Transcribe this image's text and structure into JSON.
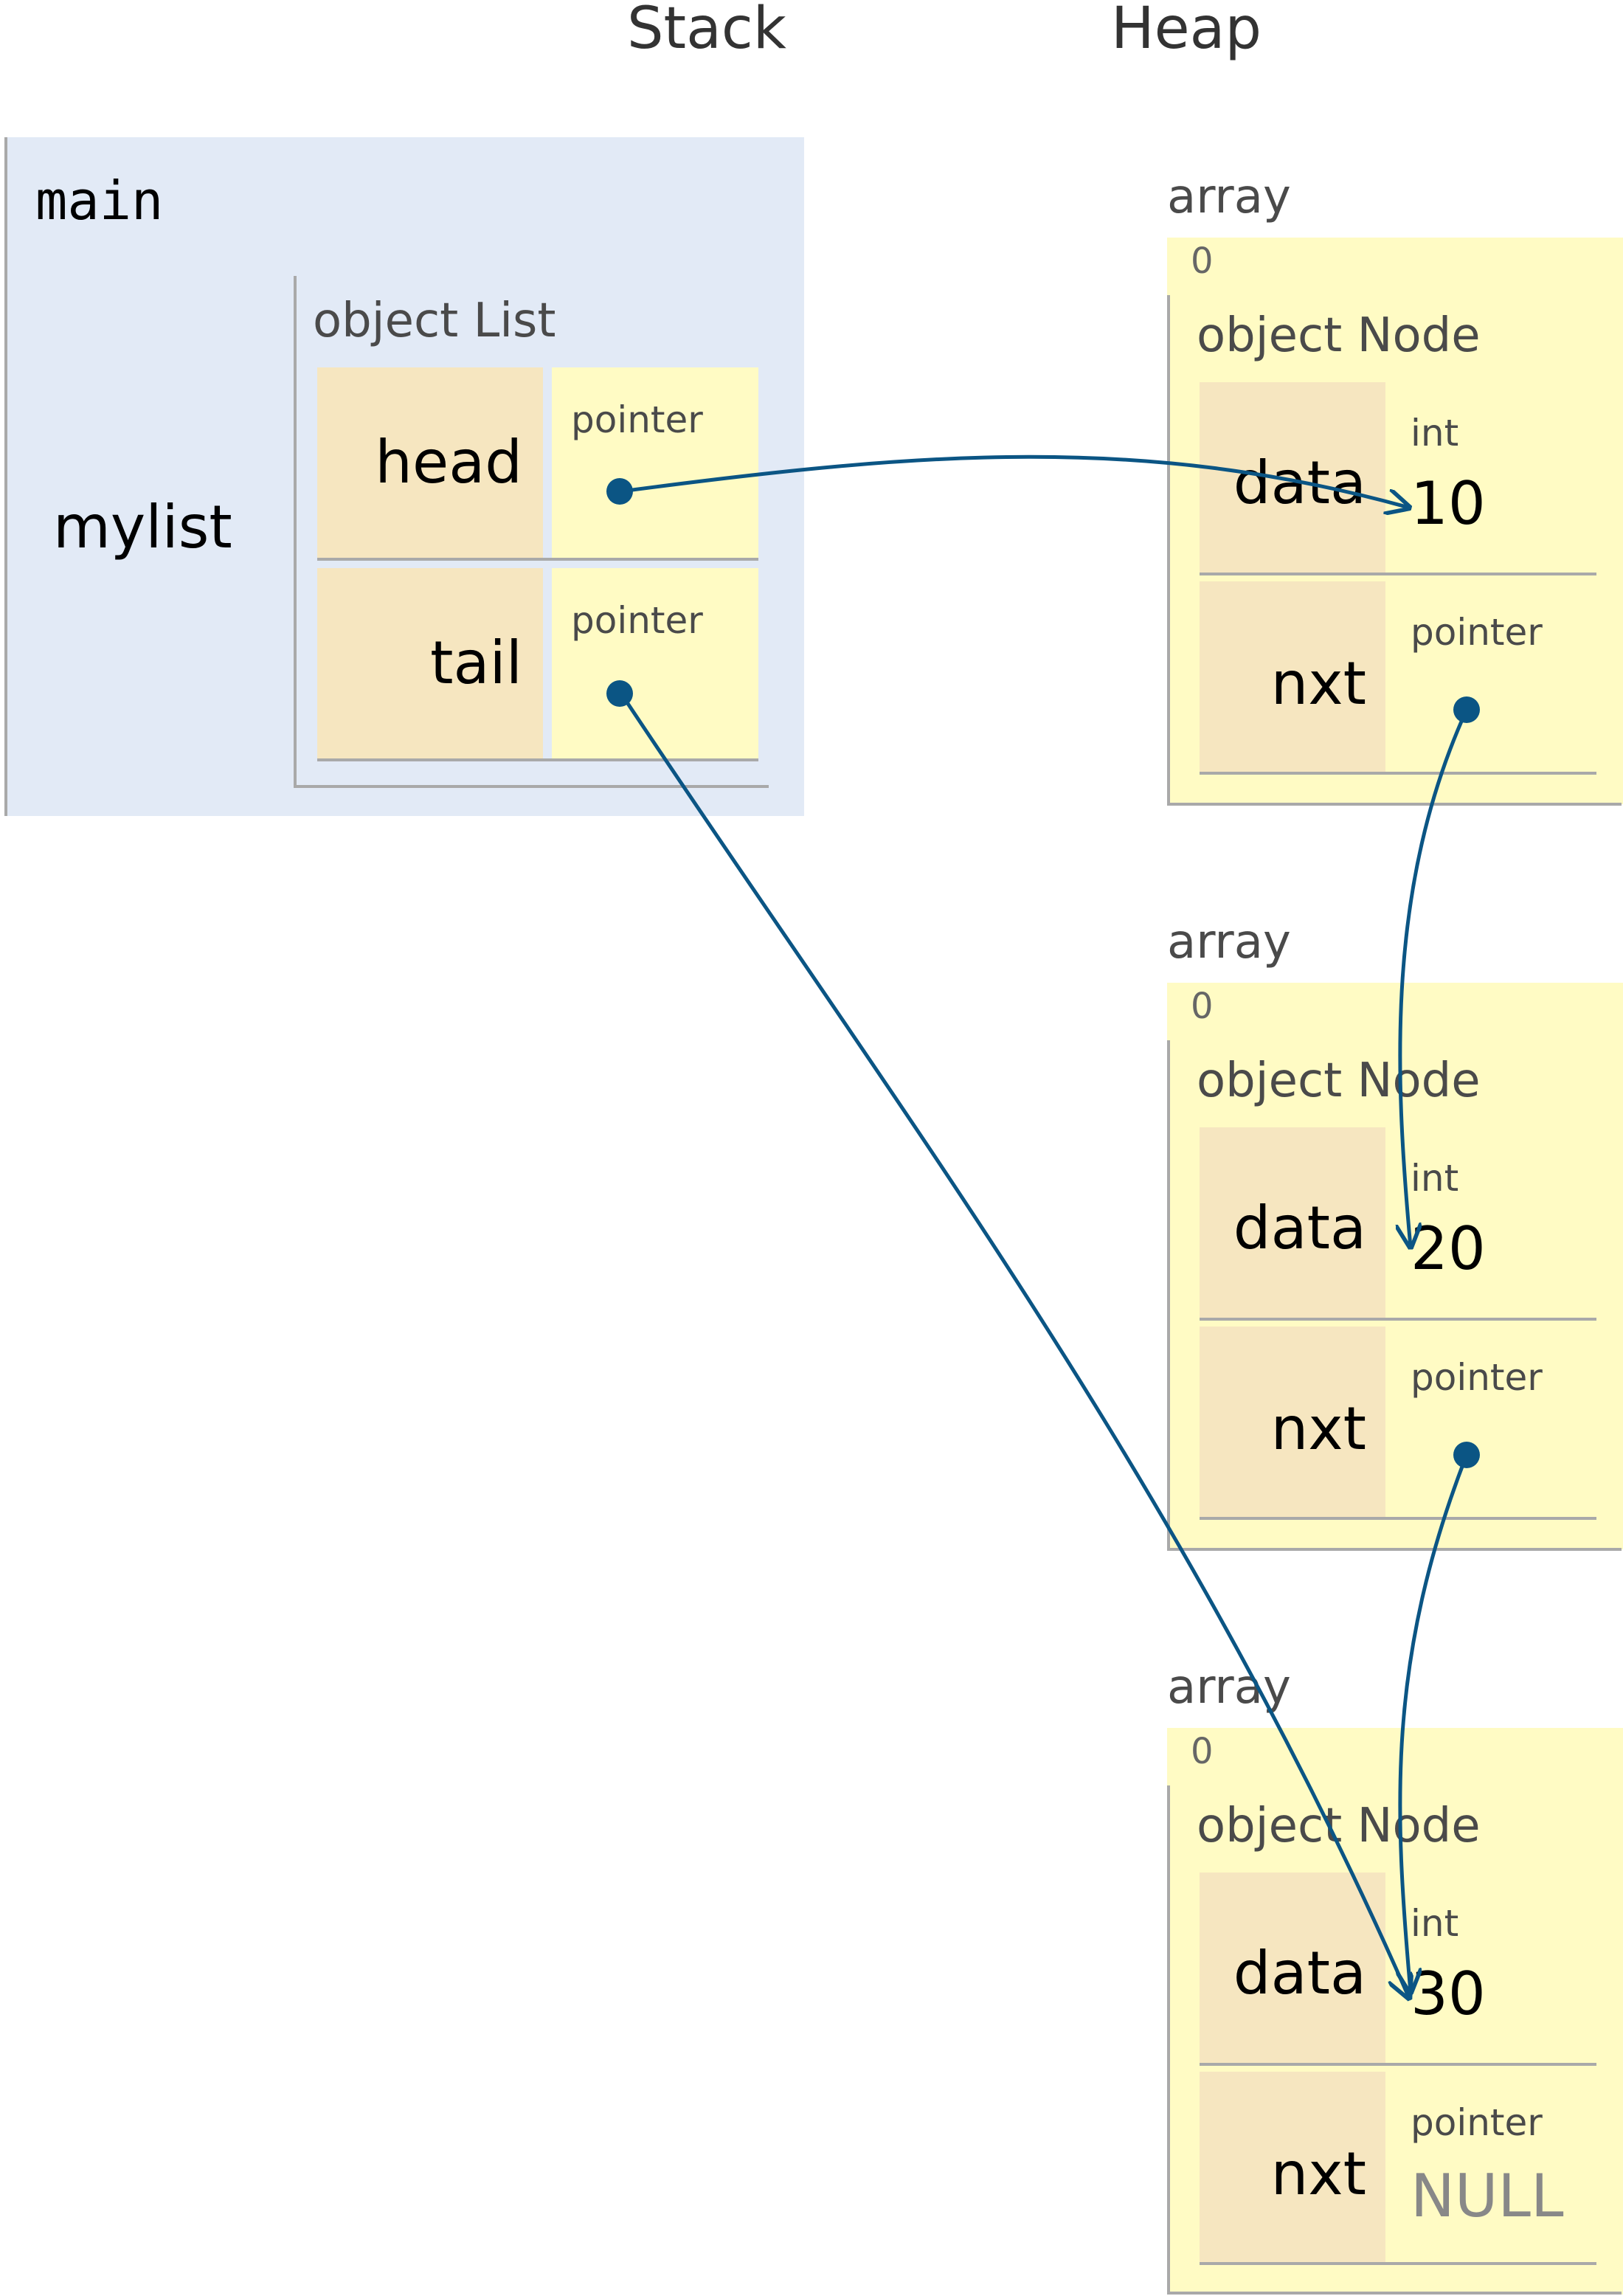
{
  "headers": {
    "stack": "Stack",
    "heap": "Heap"
  },
  "frame": {
    "name": "main",
    "variable": "mylist"
  },
  "list_object": {
    "title": "object List",
    "fields": [
      {
        "name": "head",
        "type": "pointer"
      },
      {
        "name": "tail",
        "type": "pointer"
      }
    ]
  },
  "heap_arrays": [
    {
      "label": "array",
      "index": "0",
      "node": {
        "title": "object Node",
        "data": {
          "name": "data",
          "type": "int",
          "value": "10"
        },
        "nxt": {
          "name": "nxt",
          "type": "pointer",
          "value": ""
        }
      }
    },
    {
      "label": "array",
      "index": "0",
      "node": {
        "title": "object Node",
        "data": {
          "name": "data",
          "type": "int",
          "value": "20"
        },
        "nxt": {
          "name": "nxt",
          "type": "pointer",
          "value": ""
        }
      }
    },
    {
      "label": "array",
      "index": "0",
      "node": {
        "title": "object Node",
        "data": {
          "name": "data",
          "type": "int",
          "value": "30"
        },
        "nxt": {
          "name": "nxt",
          "type": "pointer",
          "value": "NULL"
        }
      }
    }
  ],
  "colors": {
    "arrow": "#0b5584",
    "frame_bg": "#e2eaf6",
    "key_bg": "#f6e6c0",
    "value_bg": "#fffbc4"
  }
}
